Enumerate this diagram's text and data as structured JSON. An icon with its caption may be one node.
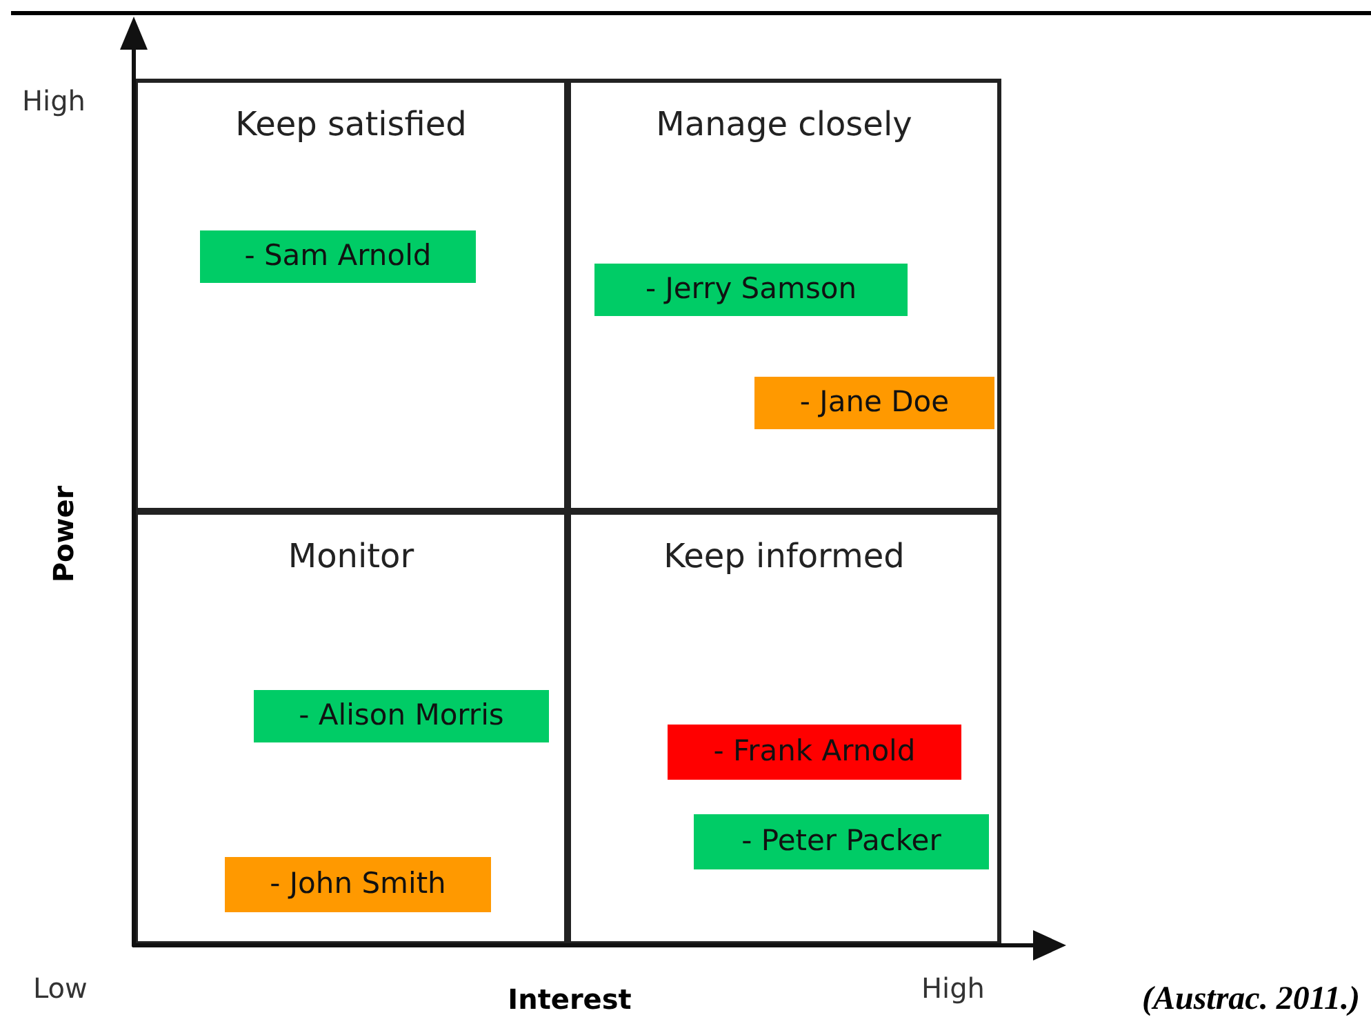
{
  "diagram": {
    "caption": "(Austrac. 2011.)",
    "nodes": [
      {
        "text": [
          "Keep satisfied"
        ]
      },
      {
        "text": [
          "- Sam Arnold"
        ],
        "in": 0
      },
      {
        "text": [
          "Manage closely"
        ]
      },
      {
        "text": [
          "- Jerry Samson"
        ],
        "in": 2
      },
      {
        "text": [
          "- Jane Doe"
        ],
        "in": 2
      },
      {
        "text": [
          "Monitor"
        ]
      },
      {
        "text": [
          "- Alison Morris"
        ],
        "in": 5
      },
      {
        "text": [
          "- John Smith"
        ],
        "in": 5
      },
      {
        "text": [
          "Keep informed"
        ]
      },
      {
        "text": [
          "- Frank Arnold"
        ],
        "in": 8
      },
      {
        "text": [
          "- Peter Packer"
        ],
        "in": 8
      }
    ],
    "labels": [
      "High",
      "Power",
      "Low",
      "Interest",
      "High"
    ]
  }
}
